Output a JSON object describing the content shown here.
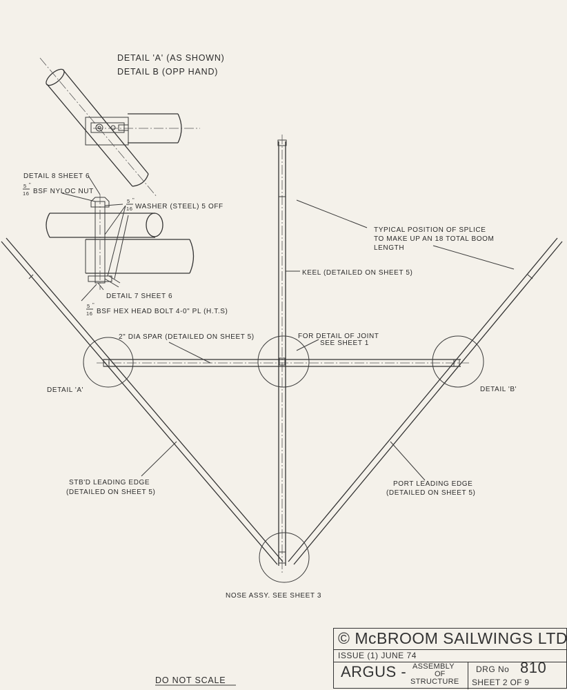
{
  "detail_heading": {
    "line_a": "DETAIL 'A' (AS SHOWN)",
    "line_b": "DETAIL B  (OPP HAND)"
  },
  "callouts": {
    "detail_8": "DETAIL 8 SHEET 6",
    "nyloc_nut": "BSF NYLOC NUT",
    "nut_size": {
      "num": "5",
      "den": "16",
      "unit": "\""
    },
    "washer": "WASHER (STEEL) 5 OFF",
    "washer_size": {
      "num": "5",
      "den": "16",
      "unit": "\""
    },
    "detail_7": "DETAIL 7 SHEET 6",
    "bolt": "BSF HEX HEAD BOLT 4-0\" PL (H.T.S)",
    "bolt_size": {
      "num": "5",
      "den": "16",
      "unit": "\""
    },
    "splice_1": "TYPICAL POSITION OF SPLICE",
    "splice_2": "TO MAKE UP AN 18 TOTAL BOOM",
    "splice_3": "LENGTH",
    "keel": "KEEL (DETAILED ON SHEET 5)",
    "spar": "2\" DIA SPAR (DETAILED ON SHEET 5)",
    "joint_1": "FOR DETAIL OF JOINT",
    "joint_2": "SEE SHEET 1",
    "detail_a": "DETAIL 'A'",
    "detail_b": "DETAIL 'B'",
    "stbd_1": "STB'D LEADING EDGE",
    "stbd_2": "(DETAILED ON SHEET 5)",
    "port_1": "PORT LEADING EDGE",
    "port_2": "(DETAILED ON SHEET 5)",
    "nose": "NOSE ASSY. SEE SHEET 3",
    "do_not_scale": "DO NOT SCALE"
  },
  "title_block": {
    "company": "© McBROOM SAILWINGS LTD",
    "issue": "ISSUE (1) JUNE 74",
    "project": "ARGUS -",
    "desc_1": "ASSEMBLY",
    "desc_2": "OF",
    "desc_3": "STRUCTURE",
    "drg_label": "DRG No",
    "drg_number": "810",
    "sheet": "SHEET 2 OF 9"
  }
}
